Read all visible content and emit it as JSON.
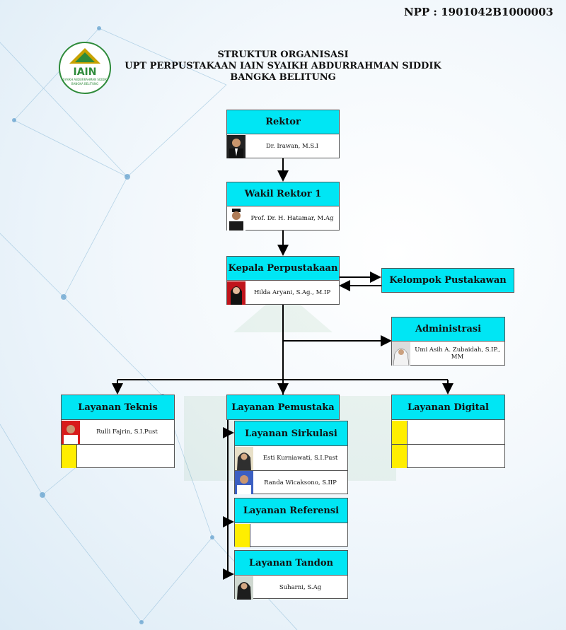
{
  "npp": "NPP : 1901042B1000003",
  "title": {
    "line1": "STRUKTUR ORGANISASI",
    "line2": "UPT PERPUSTAKAAN IAIN SYAIKH ABDURRAHMAN SIDDIK",
    "line3": "BANGKA BELITUNG"
  },
  "logo": {
    "text": "IAIN",
    "subtext1": "SYAIKH ABDURRAHMAN SIDDIK",
    "subtext2": "BANGKA BELITUNG"
  },
  "colors": {
    "header": "#00e6f4",
    "placeholder": "#ffee00",
    "logo_green": "#2e8b3a",
    "logo_gold": "#c8a200"
  },
  "rektor": {
    "title": "Rektor",
    "name": "Dr. Irawan, M.S.I"
  },
  "wakil": {
    "title": "Wakil Rektor 1",
    "name": "Prof. Dr. H. Hatamar, M.Ag"
  },
  "kepala": {
    "title": "Kepala Perpustakaan",
    "name": "Hilda Aryani, S.Ag., M.IP"
  },
  "kelompok": {
    "title": "Kelompok Pustakawan"
  },
  "administrasi": {
    "title": "Administrasi",
    "name": "Umi Asih A. Zubaidah, S.IP., MM"
  },
  "teknis": {
    "title": "Layanan Teknis",
    "name1": "Rulli Fajrin, S.I.Pust",
    "name2": ""
  },
  "pemustaka": {
    "title": "Layanan Pemustaka"
  },
  "digital": {
    "title": "Layanan Digital"
  },
  "sirkulasi": {
    "title": "Layanan Sirkulasi",
    "name1": "Esti Kurniawati, S.I.Pust",
    "name2": "Randa Wicaksono, S.IIP"
  },
  "referensi": {
    "title": "Layanan Referensi"
  },
  "tandon": {
    "title": "Layanan Tandon",
    "name": "Suharni, S.Ag"
  }
}
